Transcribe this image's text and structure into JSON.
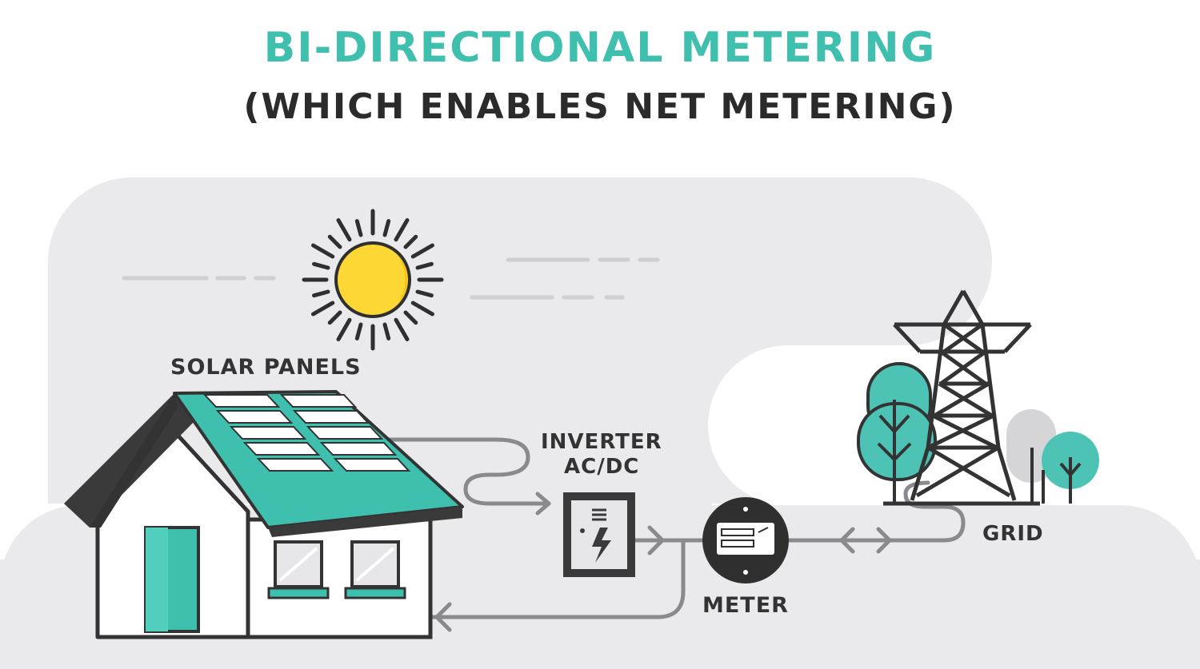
{
  "header": {
    "title": "BI-DIRECTIONAL METERING",
    "subtitle": "(WHICH ENABLES NET METERING)"
  },
  "labels": {
    "solar_panels": "SOLAR PANELS",
    "inverter_line1": "INVERTER",
    "inverter_line2": "AC/DC",
    "meter": "METER",
    "grid": "GRID"
  },
  "colors": {
    "accent": "#3fbfad",
    "dark": "#3a3a3a",
    "background_shape": "#eaeaec",
    "sun": "#fdd835"
  },
  "icons": {
    "sun": "sun-icon",
    "house": "house-icon",
    "inverter": "inverter-icon",
    "meter": "meter-icon",
    "tower": "transmission-tower-icon",
    "trees": "tree-icon"
  }
}
